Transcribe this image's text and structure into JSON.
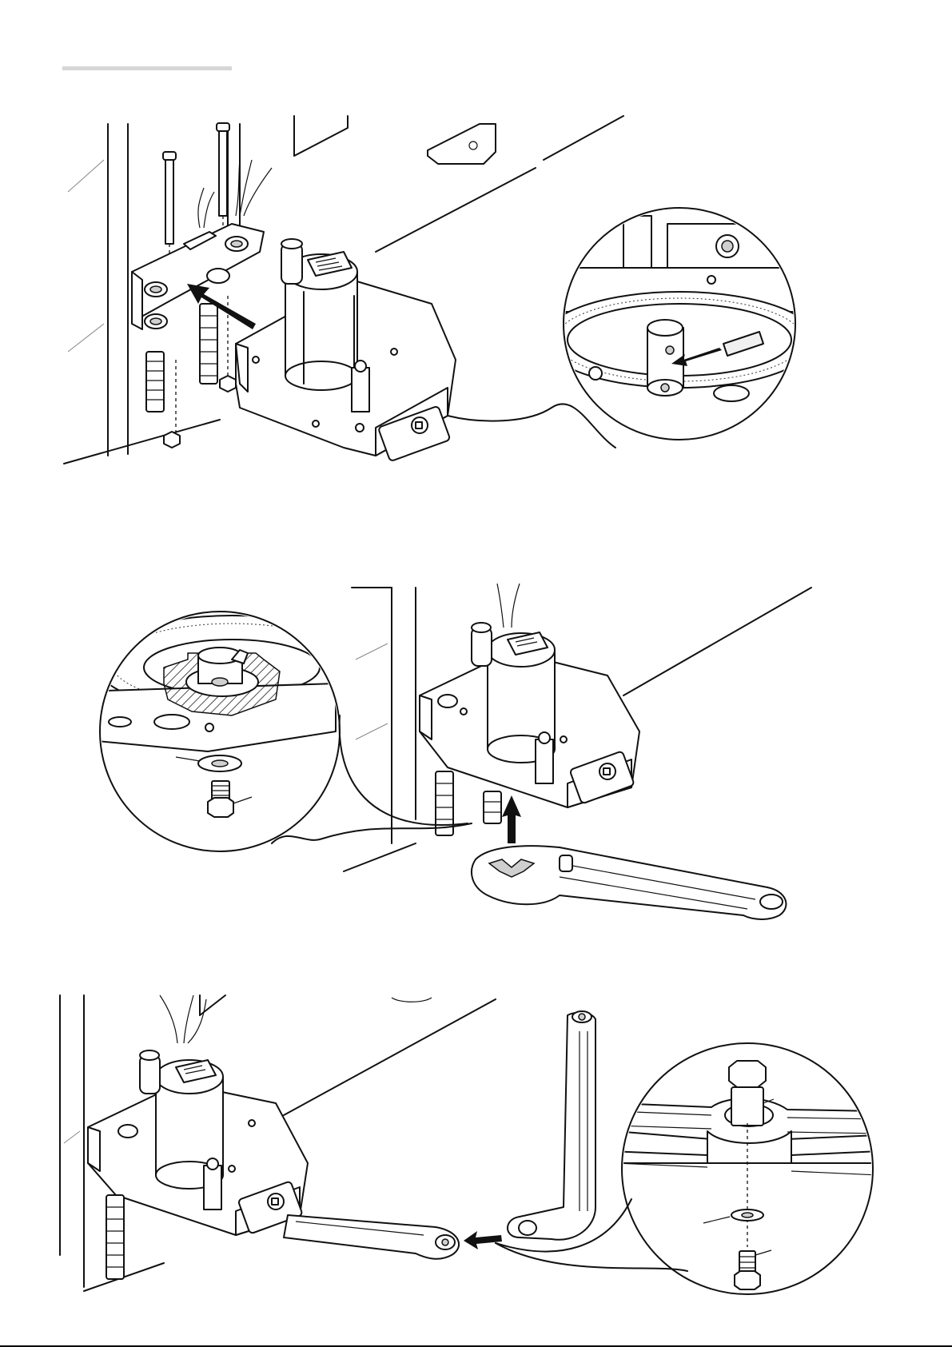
{
  "page": {
    "background": "#ffffff",
    "line_color": "#111111"
  },
  "header": {
    "rule_color": "#d6d6d6"
  },
  "figures": [
    {
      "name": "step-1-mount-motor",
      "parts": [
        "wall-bracket",
        "anchor-bolts",
        "nuts",
        "motor-unit",
        "drive-pin"
      ],
      "detail": "pin-insertion-closeup"
    },
    {
      "name": "step-2-attach-lever",
      "parts": [
        "motor-unit",
        "lever-arm",
        "washer",
        "bolt"
      ],
      "detail": "shaft-section-closeup"
    },
    {
      "name": "step-3-attach-link-arm",
      "parts": [
        "motor-unit",
        "lever-arm",
        "link-arm",
        "bolt",
        "washer",
        "screw"
      ],
      "detail": "arm-joint-closeup"
    }
  ]
}
